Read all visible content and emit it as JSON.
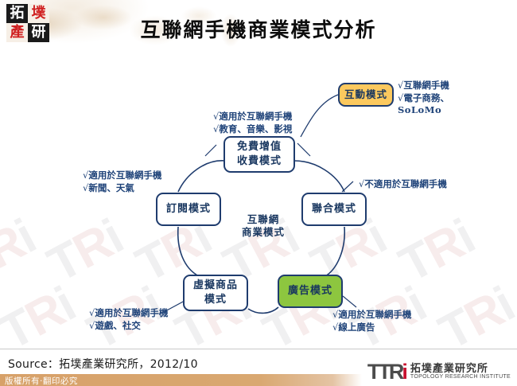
{
  "brand": {
    "logo_chars": [
      "拓",
      "墣",
      "產",
      "研"
    ],
    "tri_mark": "TTRi",
    "tri_name_cn": "拓墣產業研究所",
    "tri_name_en": "TOPOLOGY RESEARCH INSTITUTE"
  },
  "title": "互聯網手機商業模式分析",
  "diagram": {
    "center_label_line1": "互聯網",
    "center_label_line2": "商業模式",
    "nodes": [
      {
        "id": "interactive",
        "label": "互動模式",
        "accent": "#fcc95e"
      },
      {
        "id": "freemium_l1",
        "label": "免費增值",
        "label2": "收費模式",
        "accent": "#ffffff"
      },
      {
        "id": "subscription",
        "label": "訂閱模式",
        "accent": "#ffffff"
      },
      {
        "id": "alliance",
        "label": "聯合模式",
        "accent": "#ffffff"
      },
      {
        "id": "virtual_goods",
        "label": "虛擬商品",
        "label2": "模式",
        "accent": "#ffffff"
      },
      {
        "id": "advertising",
        "label": "廣告模式",
        "accent": "#8dc63f"
      }
    ],
    "annotations": {
      "interactive": {
        "line1": "互聯網手機",
        "line2": "電子商務、",
        "line3": "SoLoMo"
      },
      "freemium": {
        "line1": "適用於互聯網手機",
        "line2": "教育、音樂、影視"
      },
      "subscription": {
        "line1": "適用於互聯網手機",
        "line2": "新聞、天氣"
      },
      "alliance": {
        "line1": "不適用於互聯網手機"
      },
      "virtual_goods": {
        "line1": "適用於互聯網手機",
        "line2": "遊戲、社交"
      },
      "advertising": {
        "line1": "適用於互聯網手機",
        "line2": "線上廣告"
      }
    },
    "tick_glyph": "√"
  },
  "footer": {
    "source": "Source：拓墣產業研究所，2012/10",
    "copyright": "版權所有‧翻印必究"
  },
  "colors": {
    "navy": "#1f3c6e",
    "anno_blue": "#1f4379",
    "orange": "#fcc95e",
    "green": "#8dc63f",
    "footer_bar": "#d7a169",
    "accent_red": "#c8102e"
  },
  "watermark": {
    "text": "TRi"
  }
}
